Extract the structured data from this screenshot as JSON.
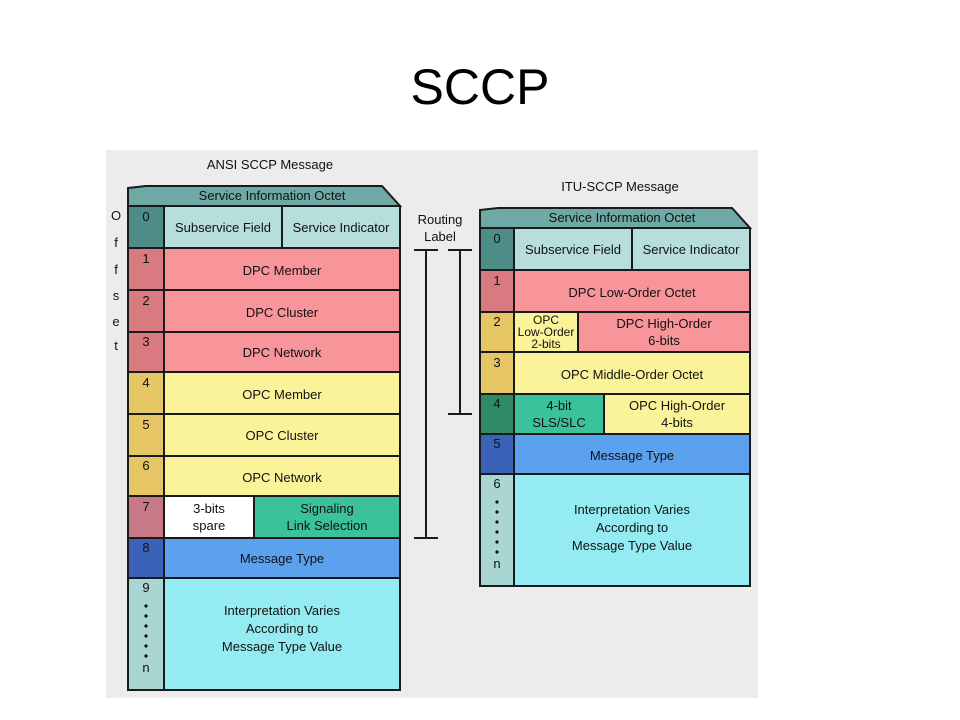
{
  "slide": {
    "title": "SCCP"
  },
  "ansi": {
    "title": "ANSI SCCP Message",
    "service_info_octet": "Service Information Octet",
    "subservice_field": "Subservice Field",
    "service_indicator": "Service Indicator",
    "offset_label": [
      "O",
      "f",
      "f",
      "s",
      "e",
      "t"
    ],
    "rows": [
      {
        "num": "0"
      },
      {
        "num": "1",
        "label": "DPC Member"
      },
      {
        "num": "2",
        "label": "DPC Cluster"
      },
      {
        "num": "3",
        "label": "DPC Network"
      },
      {
        "num": "4",
        "label": "OPC Member"
      },
      {
        "num": "5",
        "label": "OPC Cluster"
      },
      {
        "num": "6",
        "label": "OPC Network"
      },
      {
        "num": "7",
        "spare_line1": "3-bits",
        "spare_line2": "spare",
        "sls_line1": "Signaling",
        "sls_line2": "Link Selection"
      },
      {
        "num": "8",
        "label": "Message Type"
      },
      {
        "num": "9",
        "end": "n",
        "line1": "Interpretation Varies",
        "line2": "According to",
        "line3": "Message Type Value"
      }
    ]
  },
  "routing_label": {
    "line1": "Routing",
    "line2": "Label"
  },
  "itu": {
    "title": "ITU-SCCP Message",
    "service_info_octet": "Service Information Octet",
    "subservice_field": "Subservice Field",
    "service_indicator": "Service Indicator",
    "rows": [
      {
        "num": "0"
      },
      {
        "num": "1",
        "label": "DPC Low-Order Octet"
      },
      {
        "num": "2",
        "opc_line1": "OPC",
        "opc_line2": "Low-Order",
        "opc_line3": "2-bits",
        "dpc_line1": "DPC High-Order",
        "dpc_line2": "6-bits"
      },
      {
        "num": "3",
        "label": "OPC Middle-Order Octet"
      },
      {
        "num": "4",
        "sls_line1": "4-bit",
        "sls_line2": "SLS/SLC",
        "opc_line1": "OPC High-Order",
        "opc_line2": "4-bits"
      },
      {
        "num": "5",
        "label": "Message Type"
      },
      {
        "num": "6",
        "end": "n",
        "line1": "Interpretation Varies",
        "line2": "According to",
        "line3": "Message Type Value"
      }
    ]
  },
  "colors": {
    "teal_dark": "#4e8c88",
    "teal_mid": "#6fa9a6",
    "teal_light": "#b7dedd",
    "pink": "#f7959a",
    "pink_side": "#d97a80",
    "yellow": "#fbf39a",
    "yellow_side": "#e6c664",
    "green": "#3cc29a",
    "blue": "#5ba1ee",
    "blue_side": "#3a62b8",
    "cyan": "#94ecf2",
    "cyan_side": "#a9d6d2",
    "rose_side": "#c77a86"
  }
}
